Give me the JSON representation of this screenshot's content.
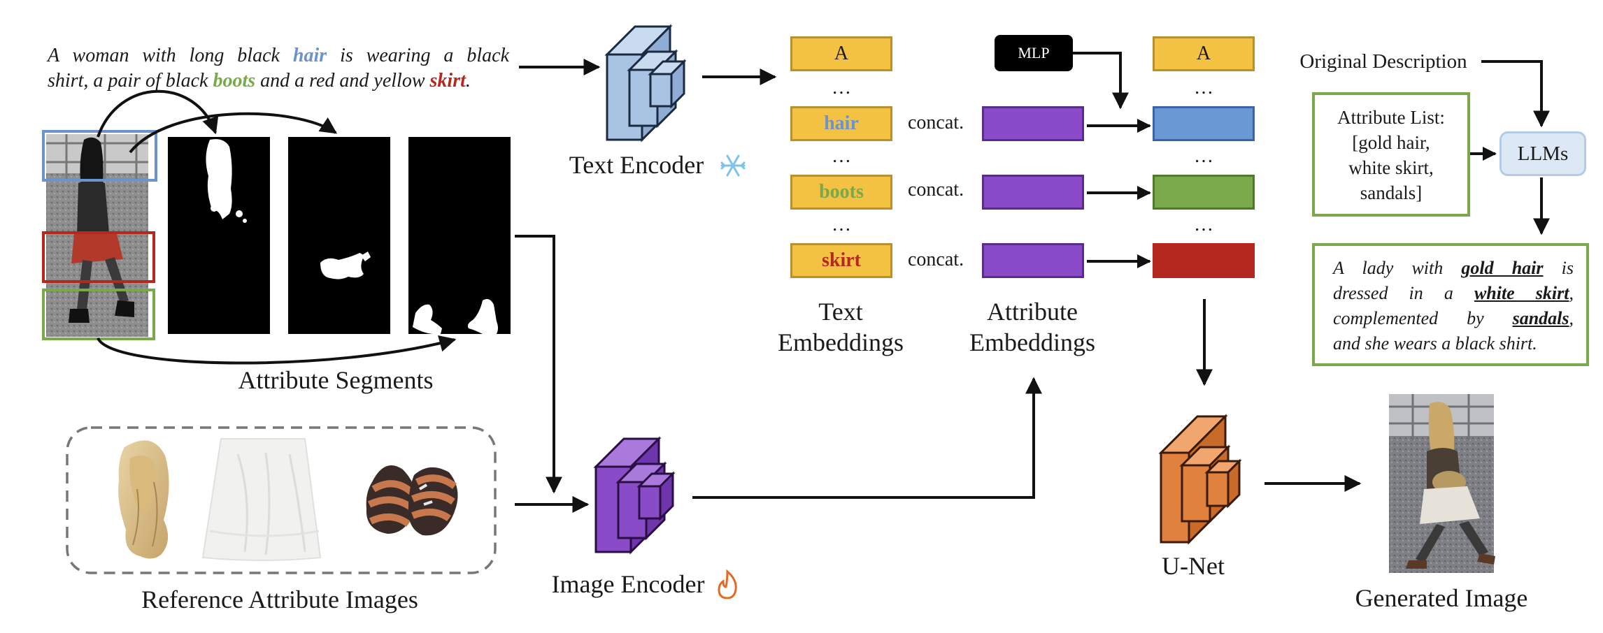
{
  "caption_input": {
    "line1_prefix": "A woman with long black ",
    "hair": "hair",
    "line1_suffix": " is wearing a black",
    "line2_prefix": "shirt, a pair of black ",
    "boots": "boots",
    "line2_middle": " and a red and yellow ",
    "skirt": "skirt",
    "line2_suffix": "."
  },
  "labels": {
    "attribute_segments": "Attribute Segments",
    "reference_images": "Reference Attribute Images",
    "text_encoder": "Text Encoder",
    "image_encoder": "Image Encoder",
    "text_embeddings_1": "Text",
    "text_embeddings_2": "Embeddings",
    "attribute_embeddings_1": "Attribute",
    "attribute_embeddings_2": "Embeddings",
    "unet": "U-Net",
    "generated_image": "Generated Image",
    "original_description": "Original Description",
    "llms": "LLMs",
    "mlp": "MLP"
  },
  "tokens": {
    "a": "A",
    "hair": "hair",
    "boots": "boots",
    "skirt": "skirt",
    "ellipsis": "…",
    "concat": "concat."
  },
  "attribute_list": {
    "line1": "Attribute List:",
    "line2": "[gold hair,",
    "line3": "white skirt,",
    "line4": "sandals]"
  },
  "caption_output": {
    "l1_prefix": "A lady with ",
    "gold_hair": "gold hair",
    "l1_suffix": " is",
    "l2_prefix": "dressed in a ",
    "white_skirt": "white skirt",
    "l2_suffix": ",",
    "l3_prefix": "complemented by ",
    "sandals": "sandals",
    "l3_suffix": ",",
    "l4": "and she wears a black shirt."
  },
  "icons": {
    "frozen": "snowflake-icon",
    "trainable": "flame-icon"
  },
  "colors": {
    "hair": "#6c93cc",
    "boots": "#79a94a",
    "skirt": "#b5281f",
    "token_fill": "#f4c242",
    "token_border": "#b8902c",
    "purple": "#8a4bc8",
    "blue_block": "#a9c4e3",
    "orange_block": "#e0823e",
    "green_box": "#79a94a",
    "llm_fill": "#dce8f5"
  }
}
